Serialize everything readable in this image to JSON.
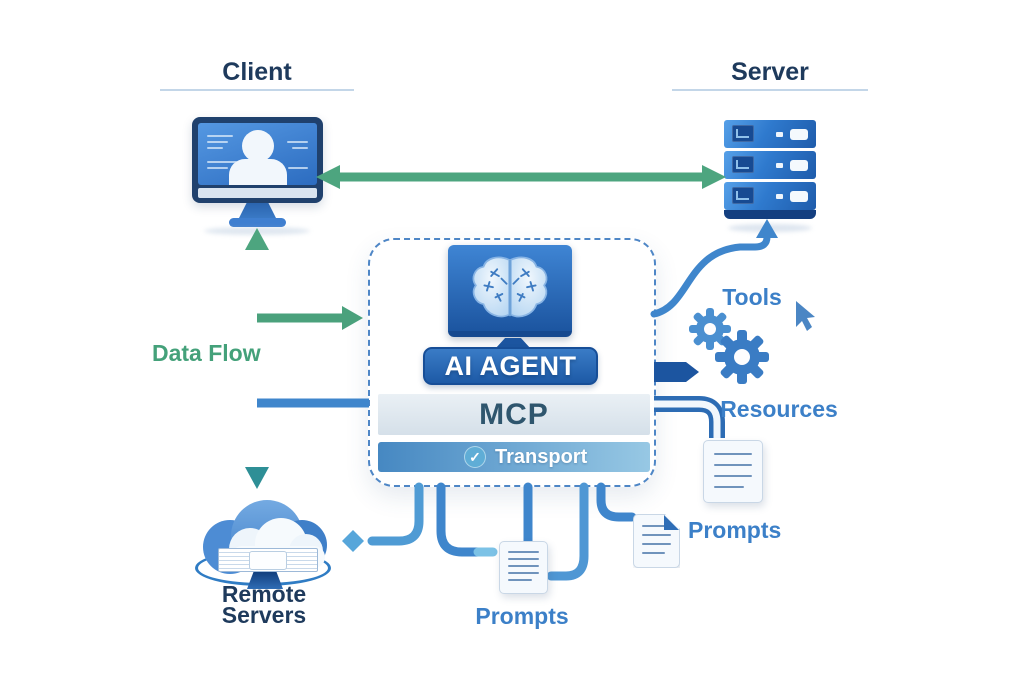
{
  "labels": {
    "client": "Client",
    "server": "Server",
    "data_flow": "Data Flow",
    "tools": "Tools",
    "resources": "Resources",
    "prompts_right": "Prompts",
    "prompts_bottom": "Prompts",
    "remote_line1": "Remote",
    "remote_line2": "Servers",
    "ai_agent": "AI AGENT",
    "mcp": "MCP",
    "transport": "Transport"
  },
  "icon_glyphs": {
    "check": "✓"
  },
  "colors": {
    "primary_blue": "#2f7cd6",
    "dark_blue": "#1c55a0",
    "connector_blue": "#3f86cc",
    "light_blue": "#7cc2e6",
    "green_arrow": "#4da57f",
    "teal_arrow": "#2e8f96",
    "green_text": "#44a17a",
    "navy_text": "#1e3a5c",
    "blue_text": "#3c80c8",
    "mcp_bar_bg": "#dde7ee",
    "badge_bg": "#1d5aa6"
  }
}
